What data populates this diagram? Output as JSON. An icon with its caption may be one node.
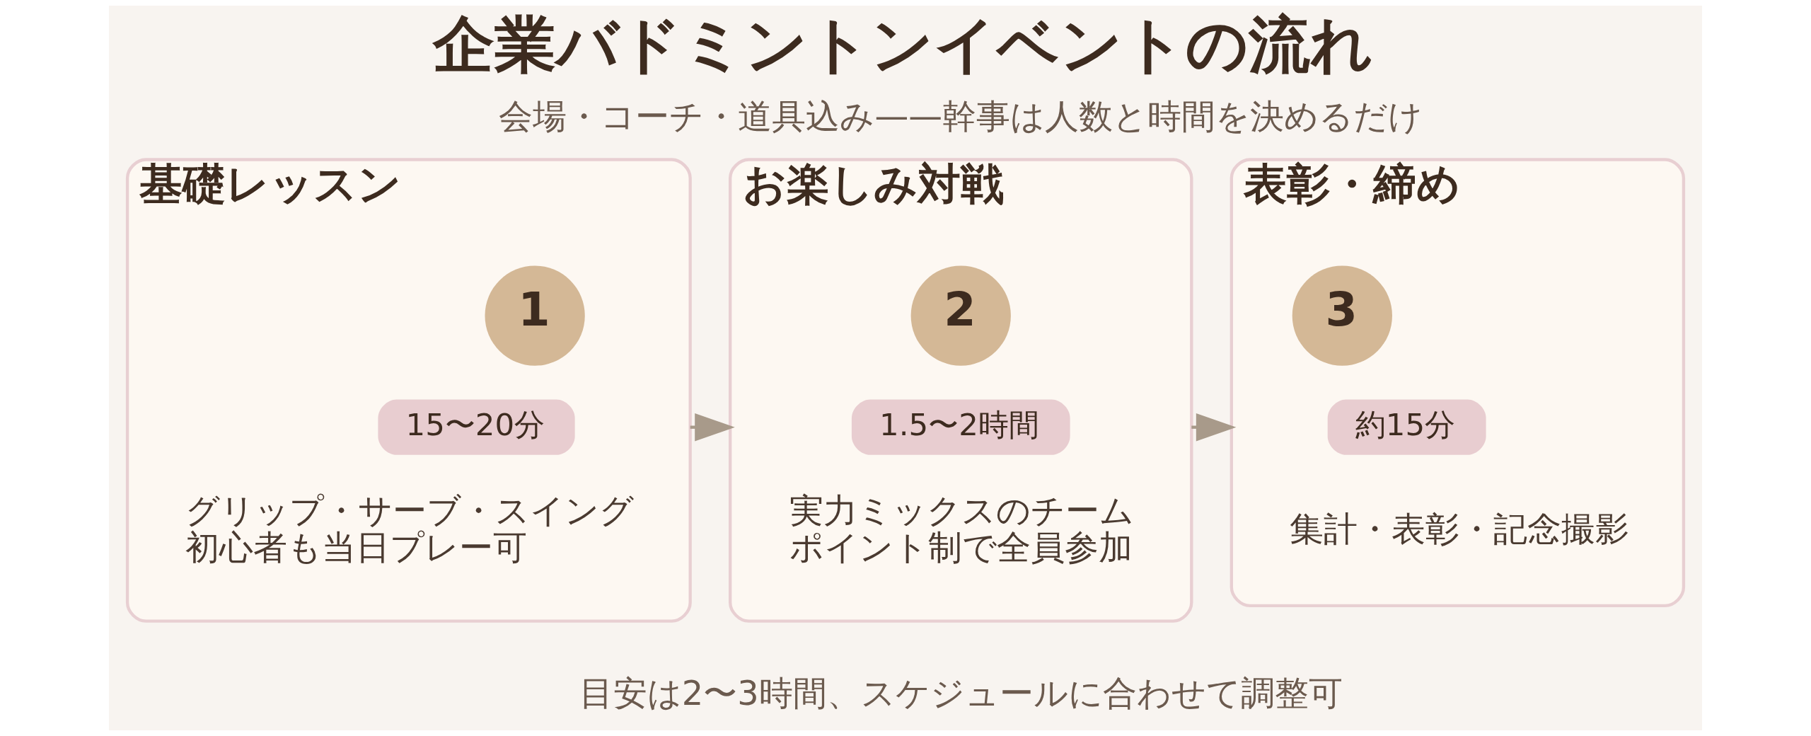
{
  "diagram": {
    "title": "企業バドミントンイベントの流れ",
    "nodes": [
      {
        "text": [
          "基礎レッスン",
          "グリップ・サーブ・スイング",
          "初心者も当日プレー可"
        ]
      },
      {
        "text": [
          "1"
        ],
        "in": 0
      },
      {
        "text": [
          "15〜20分"
        ],
        "in": 0
      },
      {
        "text": [
          "お楽しみ対戦",
          "実力ミックスのチーム",
          "ポイント制で全員参加"
        ]
      },
      {
        "text": [
          "2"
        ],
        "in": 3
      },
      {
        "text": [
          "1.5〜2時間"
        ],
        "in": 3
      },
      {
        "text": [
          "表彰・締め",
          "集計・表彰・記念撮影"
        ]
      },
      {
        "text": [
          "3"
        ],
        "in": 6
      },
      {
        "text": [
          "約15分"
        ],
        "in": 6
      }
    ],
    "edges": [
      {
        "from": 0,
        "to": 3,
        "arrow": "to"
      },
      {
        "from": 3,
        "to": 6,
        "arrow": "to"
      }
    ],
    "labels": [
      "会場・コーチ・道具込み——幹事は人数と時間を決めるだけ",
      "目安は2〜3時間、スケジュールに合わせて調整可"
    ]
  }
}
